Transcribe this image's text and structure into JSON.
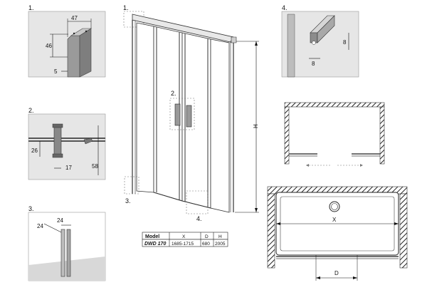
{
  "callouts": {
    "c1": "1.",
    "c2": "2.",
    "c3": "3.",
    "c4": "4.",
    "m2": "2.",
    "m3": "3.",
    "m4": "4."
  },
  "detail1": {
    "top_width": "47",
    "height": "46",
    "offset": "5"
  },
  "detail2": {
    "h1": "26",
    "w": "17",
    "h2": "58"
  },
  "detail3": {
    "a": "24",
    "b": "24"
  },
  "detail4": {
    "w": "8",
    "h": "8"
  },
  "main": {
    "height_label": "H"
  },
  "plan": {
    "width_label": "X",
    "depth_label": "D"
  },
  "table": {
    "headers": [
      "Model",
      "X",
      "D",
      "H"
    ],
    "row": [
      "DWD 170",
      "1685-1715",
      "680",
      "2005"
    ]
  }
}
